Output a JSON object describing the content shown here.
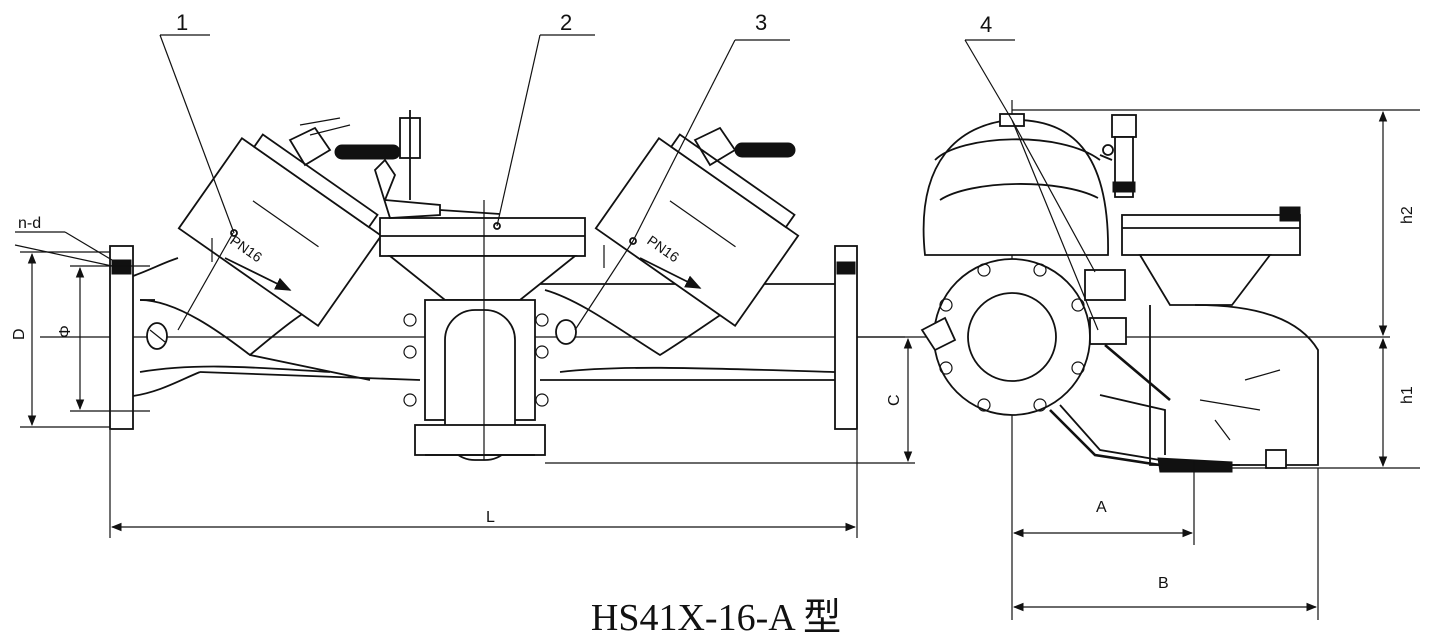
{
  "callouts": {
    "c1": "1",
    "c2": "2",
    "c3": "3",
    "c4": "4"
  },
  "dimensions": {
    "nd": "n-d",
    "D": "D",
    "phi": "Φ",
    "L": "L",
    "C": "C",
    "A": "A",
    "B": "B",
    "h1": "h1",
    "h2": "h2"
  },
  "valve_marking": {
    "left": "PN16",
    "right": "PN16"
  },
  "model_title": "HS41X-16-A 型"
}
